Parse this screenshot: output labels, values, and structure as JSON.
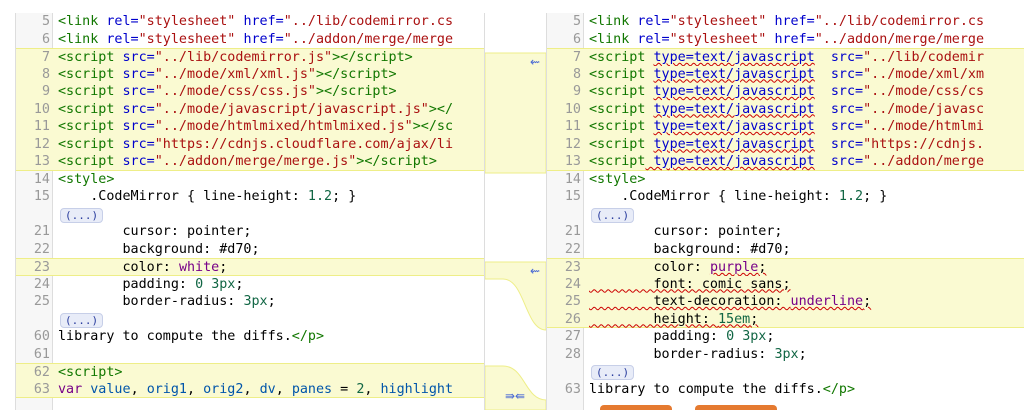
{
  "left": {
    "lines": [
      {
        "n": "5",
        "html": "<span class='tag'>&lt;link</span> <span class='attr'>rel=</span><span class='str'>\"stylesheet\"</span> <span class='attr'>href=</span><span class='str'>\"../lib/codemirror.cs</span>",
        "chg": false
      },
      {
        "n": "6",
        "html": "<span class='tag'>&lt;link</span> <span class='attr'>rel=</span><span class='str'>\"stylesheet\"</span> <span class='attr'>href=</span><span class='str'>\"../addon/merge/merge</span>",
        "chg": false
      },
      {
        "n": "7",
        "html": "<span class='tag'>&lt;script</span> <span class='attr'>src=</span><span class='str'>\"../lib/codemirror.js\"</span><span class='tag'>&gt;&lt;/script&gt;</span>",
        "chg": true
      },
      {
        "n": "8",
        "html": "<span class='tag'>&lt;script</span> <span class='attr'>src=</span><span class='str'>\"../mode/xml/xml.js\"</span><span class='tag'>&gt;&lt;/script&gt;</span>",
        "chg": true
      },
      {
        "n": "9",
        "html": "<span class='tag'>&lt;script</span> <span class='attr'>src=</span><span class='str'>\"../mode/css/css.js\"</span><span class='tag'>&gt;&lt;/script&gt;</span>",
        "chg": true
      },
      {
        "n": "10",
        "html": "<span class='tag'>&lt;script</span> <span class='attr'>src=</span><span class='str'>\"../mode/javascript/javascript.js\"</span><span class='tag'>&gt;&lt;/</span>",
        "chg": true
      },
      {
        "n": "11",
        "html": "<span class='tag'>&lt;script</span> <span class='attr'>src=</span><span class='str'>\"../mode/htmlmixed/htmlmixed.js\"</span><span class='tag'>&gt;&lt;/sc</span>",
        "chg": true
      },
      {
        "n": "12",
        "html": "<span class='tag'>&lt;script</span> <span class='attr'>src=</span><span class='str'>\"https://cdnjs.cloudflare.com/ajax/li</span>",
        "chg": true
      },
      {
        "n": "13",
        "html": "<span class='tag'>&lt;script</span> <span class='attr'>src=</span><span class='str'>\"../addon/merge/merge.js\"</span><span class='tag'>&gt;&lt;/script&gt;</span>",
        "chg": true
      },
      {
        "n": "14",
        "html": "<span class='tag'>&lt;style&gt;</span>",
        "chg": false
      },
      {
        "n": "15",
        "html": "    .CodeMirror { line-height: <span class='num'>1.2</span>; }",
        "chg": false
      },
      {
        "n": "",
        "collapsed": true,
        "label": "(...)"
      },
      {
        "n": "21",
        "html": "        cursor: pointer;",
        "chg": false
      },
      {
        "n": "22",
        "html": "        background: #d70;",
        "chg": false
      },
      {
        "n": "23",
        "html": "        color: <span class='kw'>white</span>;",
        "chg": true
      },
      {
        "n": "24",
        "html": "        padding: <span class='num'>0</span> <span class='num'>3px</span>;",
        "chg": false
      },
      {
        "n": "25",
        "html": "        border-radius: <span class='num'>3px</span>;",
        "chg": false
      },
      {
        "n": "",
        "collapsed": true,
        "label": "(...)"
      },
      {
        "n": "60",
        "html": "library to compute the diffs.<span class='tag'>&lt;/p&gt;</span>",
        "chg": false
      },
      {
        "n": "61",
        "html": "",
        "chg": false
      },
      {
        "n": "62",
        "html": "<span class='tag'>&lt;script&gt;</span>",
        "chg": true
      },
      {
        "n": "63",
        "html": "<span class='kw'>var</span> <span class='var'>value</span>, <span class='var'>orig1</span>, <span class='var'>orig2</span>, <span class='var'>dv</span>, <span class='var'>panes</span> = <span class='num'>2</span>, <span class='var'>highlight</span>",
        "chg": true
      }
    ]
  },
  "right": {
    "lines": [
      {
        "n": "5",
        "html": "<span class='tag'>&lt;link</span> <span class='attr'>rel=</span><span class='str'>\"stylesheet\"</span> <span class='attr'>href=</span><span class='str'>\"../lib/codemirror.cs</span>",
        "chg": false
      },
      {
        "n": "6",
        "html": "<span class='tag'>&lt;link</span> <span class='attr'>rel=</span><span class='str'>\"stylesheet\"</span> <span class='attr'>href=</span><span class='str'>\"../addon/merge/merge</span>",
        "chg": false
      },
      {
        "n": "7",
        "html": "<span class='tag'>&lt;script</span> <span class='attr und'>type=text/javascript</span>  <span class='attr'>src=</span><span class='str'>\"../lib/codemir</span>",
        "chg": true
      },
      {
        "n": "8",
        "html": "<span class='tag'>&lt;script</span> <span class='attr und'>type=text/javascript</span>  <span class='attr'>src=</span><span class='str'>\"../mode/xml/xm</span>",
        "chg": true
      },
      {
        "n": "9",
        "html": "<span class='tag'>&lt;script</span> <span class='attr und'>type=text/javascript</span>  <span class='attr'>src=</span><span class='str'>\"../mode/css/cs</span>",
        "chg": true
      },
      {
        "n": "10",
        "html": "<span class='tag'>&lt;script</span> <span class='attr und'>type=text/javascript</span>  <span class='attr'>src=</span><span class='str'>\"../mode/javasc</span>",
        "chg": true
      },
      {
        "n": "11",
        "html": "<span class='tag'>&lt;script</span> <span class='attr und'>type=text/javascript</span>  <span class='attr'>src=</span><span class='str'>\"../mode/htmlmi</span>",
        "chg": true
      },
      {
        "n": "12",
        "html": "<span class='tag'>&lt;script</span> <span class='attr und'>type=text/javascript</span>  <span class='attr'>src=</span><span class='str'>\"https://cdnjs.</span>",
        "chg": true
      },
      {
        "n": "13",
        "html": "<span class='tag'>&lt;script</span><span class='attr und'> type=text/javascript</span>  <span class='attr'>src=</span><span class='str'>\"../addon/merge</span>",
        "chg": true
      },
      {
        "n": "14",
        "html": "<span class='tag'>&lt;style&gt;</span>",
        "chg": false
      },
      {
        "n": "15",
        "html": "    .CodeMirror { line-height: <span class='num'>1.2</span>; }",
        "chg": false
      },
      {
        "n": "",
        "collapsed": true,
        "label": "(...)"
      },
      {
        "n": "21",
        "html": "        cursor: pointer;",
        "chg": false
      },
      {
        "n": "22",
        "html": "        background: #d70;",
        "chg": false
      },
      {
        "n": "23",
        "html": "        color: <span class='kw und'>purple</span><span class='und'>;</span>",
        "chg": true
      },
      {
        "n": "24",
        "html": "<span class='und'>        font: comic sans;</span>",
        "chg": true
      },
      {
        "n": "25",
        "html": "<span class='und'>        text-decoration: </span><span class='kw und'>underline</span><span class='und'>;</span>",
        "chg": true
      },
      {
        "n": "26",
        "html": "<span class='und'>        height: </span><span class='num und'>15em</span><span class='und'>;</span>",
        "chg": true
      },
      {
        "n": "27",
        "html": "        padding: <span class='num'>0</span> <span class='num'>3px</span>;",
        "chg": false
      },
      {
        "n": "28",
        "html": "        border-radius: <span class='num'>3px</span>;",
        "chg": false
      },
      {
        "n": "",
        "collapsed": true,
        "label": "(...)"
      },
      {
        "n": "63",
        "html": "library to compute the diffs.<span class='tag'>&lt;/p&gt;</span>",
        "chg": false
      }
    ]
  },
  "merge_arrows": [
    "⇜",
    "⇜",
    "⇛⇚"
  ]
}
